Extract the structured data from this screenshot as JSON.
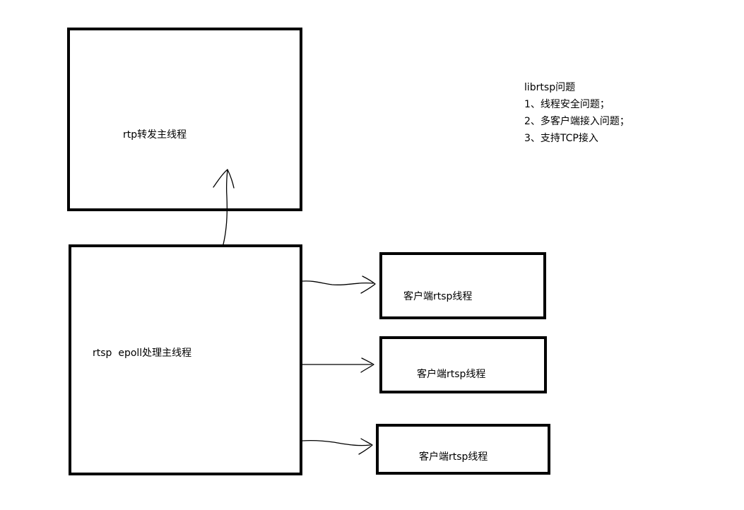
{
  "diagram": {
    "rtp_thread": {
      "label": "rtp转发主线程"
    },
    "rtsp_thread": {
      "label": "rtsp  epoll处理主线程"
    },
    "client_threads": [
      {
        "label": "客户端rtsp线程"
      },
      {
        "label": "客户端rtsp线程"
      },
      {
        "label": "客户端rtsp线程"
      }
    ],
    "notes": {
      "title": "librtsp问题",
      "items": [
        "1、线程安全问题；",
        "2、多客户端接入问题；",
        "3、支持TCP接入"
      ]
    }
  }
}
